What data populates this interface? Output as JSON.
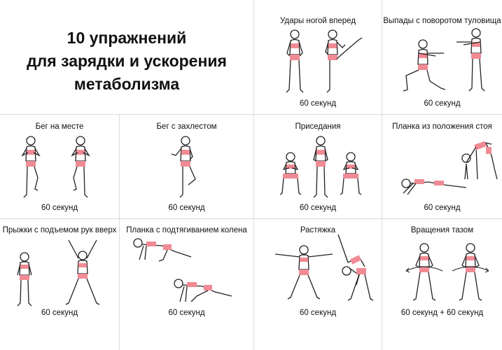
{
  "header": {
    "title_lines": [
      "10 упражнений",
      "для зарядки и ускорения",
      "метаболизма"
    ]
  },
  "colors": {
    "accent": "#f08a94",
    "ink": "#222222",
    "divider": "#dcdcdc"
  },
  "exercises": [
    {
      "title": "Удары ногой вперед",
      "duration": "60 секунд"
    },
    {
      "title": "Выпады с поворотом туловища",
      "duration": "60 секунд"
    },
    {
      "title": "Бег на месте",
      "duration": "60 секунд"
    },
    {
      "title": "Бег с захлестом",
      "duration": "60 секунд"
    },
    {
      "title": "Приседания",
      "duration": "60 секунд"
    },
    {
      "title": "Планка из положения стоя",
      "duration": "60 секунд"
    },
    {
      "title": "Прыжки с подъемом рук вверх",
      "duration": "60 секунд"
    },
    {
      "title": "Планка с подтягиванием колена",
      "duration": "60 секунд"
    },
    {
      "title": "Растяжка",
      "duration": "60 секунд"
    },
    {
      "title": "Вращения тазом",
      "duration": "60 секунд + 60 секунд"
    }
  ]
}
